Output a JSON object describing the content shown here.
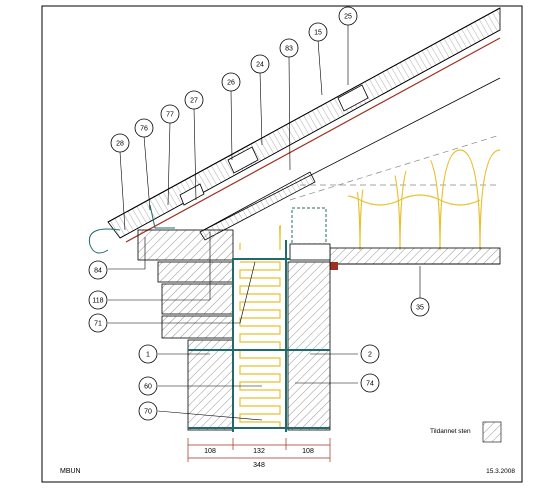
{
  "labels": {
    "l1": "1",
    "l2": "2",
    "l15": "15",
    "l24": "24",
    "l25": "25",
    "l26": "26",
    "l27": "27",
    "l28": "28",
    "l35": "35",
    "l60": "60",
    "l70": "70",
    "l71": "71",
    "l74": "74",
    "l76": "76",
    "l77": "77",
    "l83": "83",
    "l84": "84",
    "l118": "118"
  },
  "dimensions": {
    "d1": "108",
    "d2": "132",
    "d3": "108",
    "total": "348"
  },
  "legend": {
    "label": "Tildannet sten"
  },
  "footer": {
    "brand": "MBUN",
    "date": "15.3.2008"
  },
  "colors": {
    "insulation": "#e8c030",
    "membrane": "#1f6b6b",
    "brick_hatch": "#555555",
    "roof_red": "#a03020",
    "line": "#000000"
  }
}
